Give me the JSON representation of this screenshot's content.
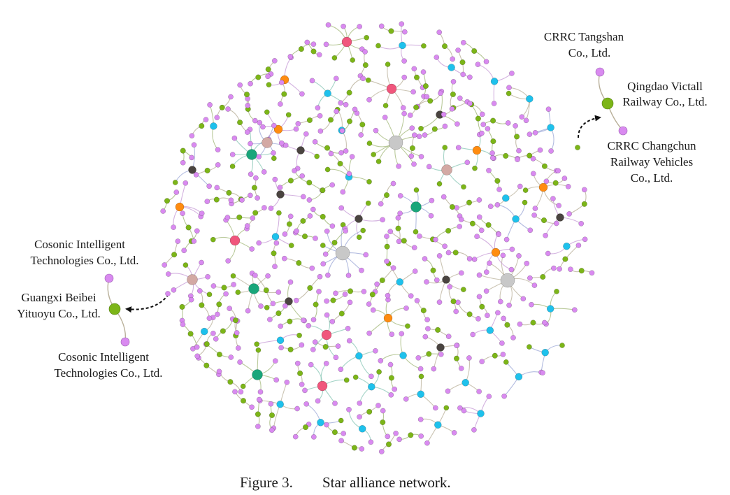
{
  "figure": {
    "caption_number": "Figure 3.",
    "caption_title": "Star alliance network."
  },
  "colors": {
    "leaf": "#d98af0",
    "link_firm": "#7cb518",
    "blue_hub": "#1ec1ec",
    "orange_hub": "#ff8c10",
    "pink_hub": "#f0567c",
    "teal_hub": "#19a67a",
    "dark_hub": "#4a4440",
    "tan_hub": "#d3a9a4",
    "gray_hub": "#c8c8c8",
    "edge": "#b9b09a",
    "arrow": "#111111",
    "text": "#1a1a1a"
  },
  "callouts": {
    "right": {
      "top_label_line1": "CRRC Tangshan",
      "top_label_line2": "Co., Ltd.",
      "center_label_line1": "Qingdao Victall",
      "center_label_line2": "Railway Co., Ltd.",
      "bottom_label_line1": "CRRC Changchun",
      "bottom_label_line2": "Railway Vehicles",
      "bottom_label_line3": "Co., Ltd."
    },
    "left": {
      "top_label_line1": "Cosonic Intelligent",
      "top_label_line2": "Technologies Co., Ltd.",
      "center_label_line1": "Guangxi Beibei",
      "center_label_line2": "Yituoyu Co., Ltd.",
      "bottom_label_line1": "Cosonic Intelligent",
      "bottom_label_line2": "Technologies Co., Ltd."
    }
  },
  "network": {
    "hub_groups": [
      {
        "type": "gray",
        "count": 3
      },
      {
        "type": "pink",
        "count": 5
      },
      {
        "type": "teal",
        "count": 4
      },
      {
        "type": "orange",
        "count": 7
      },
      {
        "type": "tan",
        "count": 3
      },
      {
        "type": "dark",
        "count": 9
      },
      {
        "type": "blue",
        "count": 30
      }
    ],
    "dyad_count": 125
  }
}
